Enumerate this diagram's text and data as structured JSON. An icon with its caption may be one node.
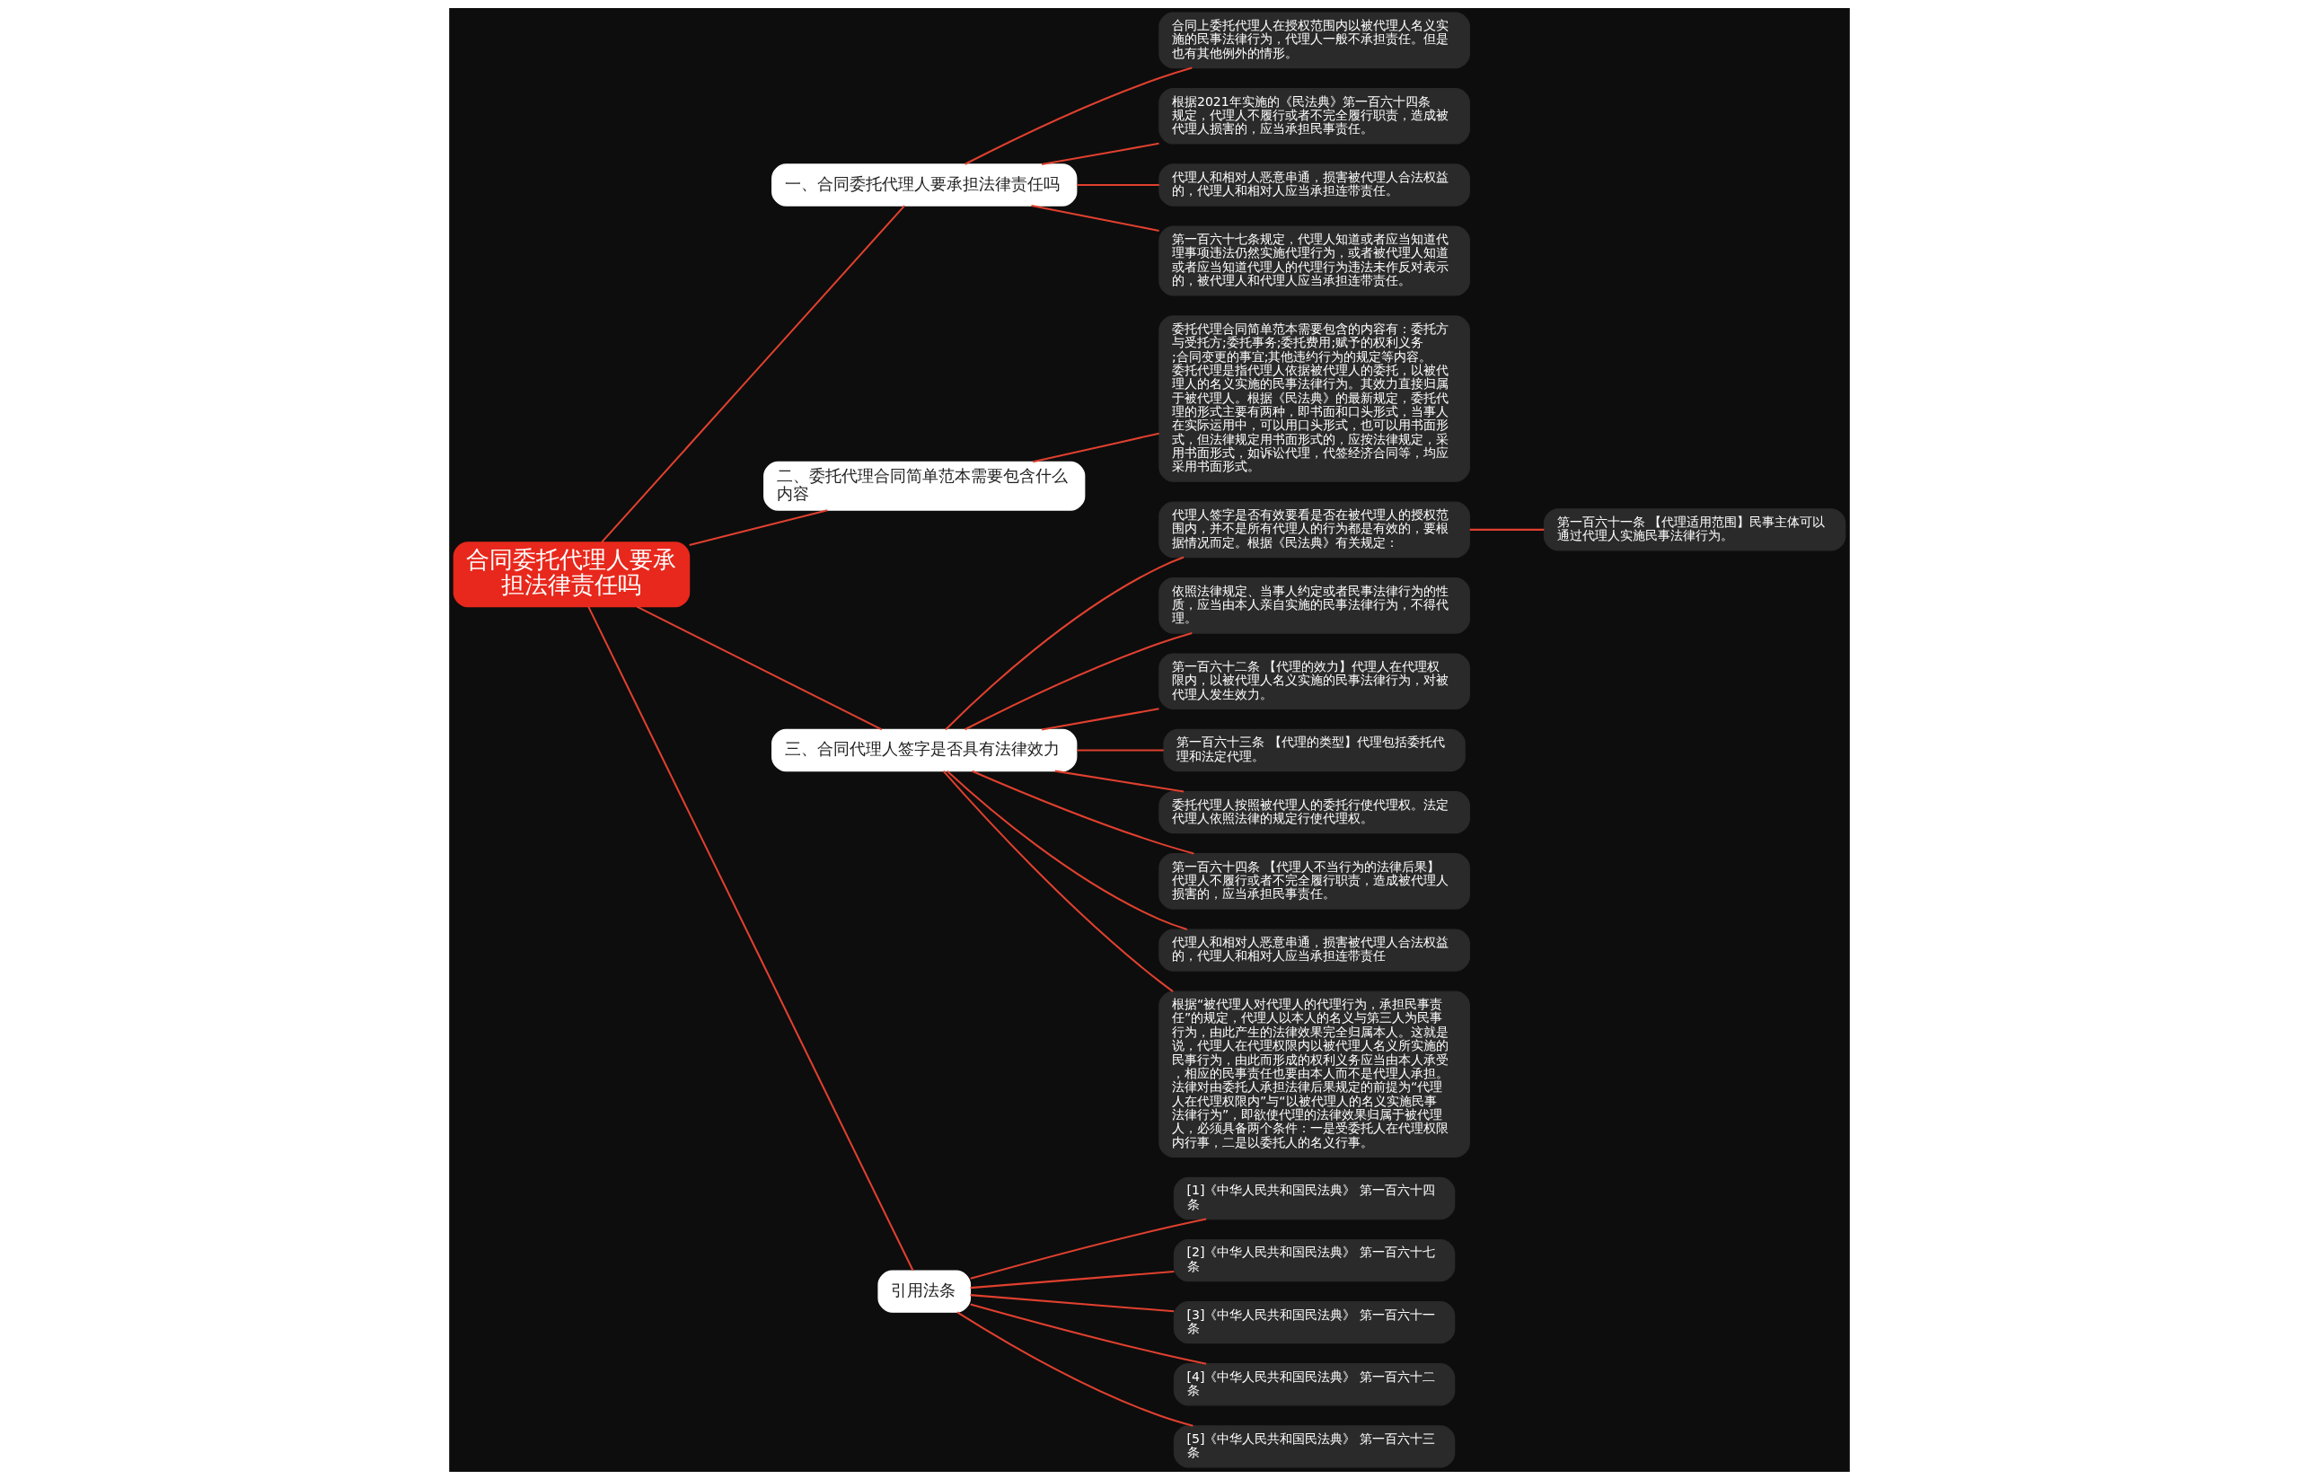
{
  "diagram": {
    "nodes": [
      {
        "text": [
          "合同委托代理人要承担法律责任吗"
        ]
      },
      {
        "text": [
          "一、合同委托代理人要承担法律责任吗"
        ]
      },
      {
        "text": [
          "合同上委托代理人在授权范围内以被代理人名义实施的民事法律行为，代理人一般不承担责任。但是也有其他例外的情形。"
        ]
      },
      {
        "text": [
          "根据2021年实施的《民法典》第一百六十四条规定，代理人不履行或者不完全履行职责，造成被代理人损害的，应当承担民事责任。"
        ]
      },
      {
        "text": [
          "代理人和相对人恶意串通，损害被代理人合法权益的，代理人和相对人应当承担连带责任。"
        ]
      },
      {
        "text": [
          "第一百六十七条规定，代理人知道或者应当知道代理事项违法仍然实施代理行为，或者被代理人知道或者应当知道代理人的代理行为违法未作反对表示的，被代理人和代理人应当承担连带责任。"
        ]
      },
      {
        "text": [
          "二、委托代理合同简单范本需要包含什么内容"
        ]
      },
      {
        "text": [
          "委托代理合同简单范本需要包含的内容有：委托方与受托方;委托事务;委托费用;赋予的权利义务;合同变更的事宜;其他违约行为的规定等内容。委托代理是指代理人依据被代理人的委托，以被代理人的名义实施的民事法律行为。其效力直接归属于被代理人。根据《民法典》的最新规定，委托代理的形式主要有两种，即书面和口头形式，当事人在实际运用中，可以用口头形式，也可以用书面形式，但法律规定用书面形式的，应按法律规定，采用书面形式，如诉讼代理，代签经济合同等，均应采用书面形式。"
        ]
      },
      {
        "text": [
          "三、合同代理人签字是否具有法律效力"
        ]
      },
      {
        "text": [
          "代理人签字是否有效要看是否在被代理人的授权范围内，并不是所有代理人的行为都是有效的，要根据情况而定。根据《民法典》有关规定："
        ]
      },
      {
        "text": [
          "第一百六十一条 【代理适用范围】民事主体可以通过代理人实施民事法律行为。"
        ]
      },
      {
        "text": [
          "依照法律规定、当事人约定或者民事法律行为的性质，应当由本人亲自实施的民事法律行为，不得代理。"
        ]
      },
      {
        "text": [
          "第一百六十二条 【代理的效力】代理人在代理权限内，以被代理人名义实施的民事法律行为，对被代理人发生效力。"
        ]
      },
      {
        "text": [
          "第一百六十三条 【代理的类型】代理包括委托代理和法定代理。"
        ]
      },
      {
        "text": [
          "委托代理人按照被代理人的委托行使代理权。法定代理人依照法律的规定行使代理权。"
        ]
      },
      {
        "text": [
          "第一百六十四条 【代理人不当行为的法律后果】代理人不履行或者不完全履行职责，造成被代理人损害的，应当承担民事责任。"
        ]
      },
      {
        "text": [
          "代理人和相对人恶意串通，损害被代理人合法权益的，代理人和相对人应当承担连带责任"
        ]
      },
      {
        "text": [
          "根据“被代理人对代理人的代理行为，承担民事责任”的规定，代理人以本人的名义与第三人为民事行为，由此产生的法律效果完全归属本人。这就是说，代理人在代理权限内以被代理人名义所实施的民事行为，由此而形成的权利义务应当由本人承受，相应的民事责任也要由本人而不是代理人承担。法律对由委托人承担法律后果规定的前提为“代理人在代理权限内”与“以被代理人的名义实施民事法律行为”，即欲使代理的法律效果归属于被代理人，必须具备两个条件：一是受委托人在代理权限内行事，二是以委托人的名义行事。"
        ]
      },
      {
        "text": [
          "引用法条"
        ]
      },
      {
        "text": [
          "[1]《中华人民共和国民法典》 第一百六十四条"
        ]
      },
      {
        "text": [
          "[2]《中华人民共和国民法典》 第一百六十七条"
        ]
      },
      {
        "text": [
          "[3]《中华人民共和国民法典》 第一百六十一条"
        ]
      },
      {
        "text": [
          "[4]《中华人民共和国民法典》 第一百六十二条"
        ]
      },
      {
        "text": [
          "[5]《中华人民共和国民法典》 第一百六十三条"
        ]
      }
    ],
    "edges": [
      {
        "from": 0,
        "to": 1,
        "arrow": "none"
      },
      {
        "from": 1,
        "to": 2,
        "arrow": "none"
      },
      {
        "from": 1,
        "to": 3,
        "arrow": "none"
      },
      {
        "from": 1,
        "to": 4,
        "arrow": "none"
      },
      {
        "from": 1,
        "to": 5,
        "arrow": "none"
      },
      {
        "from": 0,
        "to": 6,
        "arrow": "none"
      },
      {
        "from": 6,
        "to": 7,
        "arrow": "none"
      },
      {
        "from": 0,
        "to": 8,
        "arrow": "none"
      },
      {
        "from": 8,
        "to": 9,
        "arrow": "none"
      },
      {
        "from": 9,
        "to": 10,
        "arrow": "none"
      },
      {
        "from": 8,
        "to": 11,
        "arrow": "none"
      },
      {
        "from": 8,
        "to": 12,
        "arrow": "none"
      },
      {
        "from": 8,
        "to": 13,
        "arrow": "none"
      },
      {
        "from": 8,
        "to": 14,
        "arrow": "none"
      },
      {
        "from": 8,
        "to": 15,
        "arrow": "none"
      },
      {
        "from": 8,
        "to": 16,
        "arrow": "none"
      },
      {
        "from": 8,
        "to": 17,
        "arrow": "none"
      },
      {
        "from": 0,
        "to": 18,
        "arrow": "none"
      },
      {
        "from": 18,
        "to": 19,
        "arrow": "none"
      },
      {
        "from": 18,
        "to": 20,
        "arrow": "none"
      },
      {
        "from": 18,
        "to": 21,
        "arrow": "none"
      },
      {
        "from": 18,
        "to": 22,
        "arrow": "none"
      },
      {
        "from": 18,
        "to": 23,
        "arrow": "none"
      }
    ]
  }
}
